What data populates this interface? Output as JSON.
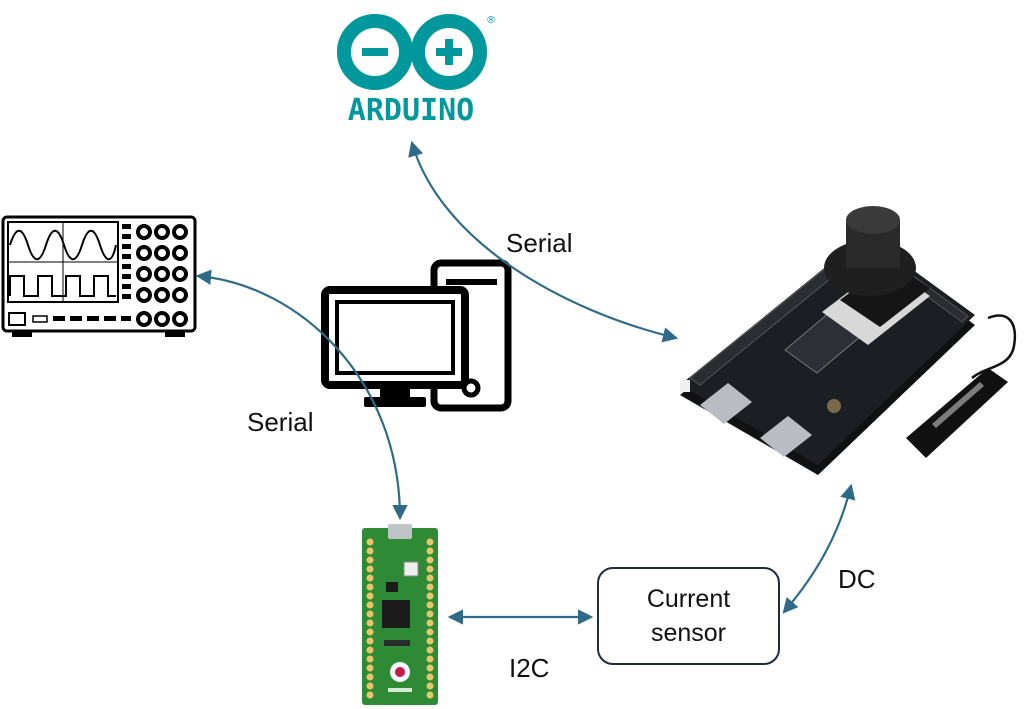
{
  "colors": {
    "arrow": "#2f6b86",
    "arduino_teal": "#00979d",
    "pcb_black": "#16181b",
    "pico_green": "#2f8a35",
    "outline": "#000000"
  },
  "logo": {
    "wordmark": "ARDUINO",
    "registered_mark": "®"
  },
  "links": {
    "serial_top": "Serial",
    "serial_left": "Serial",
    "dc": "DC",
    "i2c": "I2C"
  },
  "current_sensor": {
    "line1": "Current",
    "line2": "sensor"
  },
  "icons": {
    "computer": "desktop-computer-icon",
    "oscilloscope": "oscilloscope-icon",
    "camera_board": "camera-dev-board-icon",
    "pico": "raspberry-pi-pico-icon"
  }
}
